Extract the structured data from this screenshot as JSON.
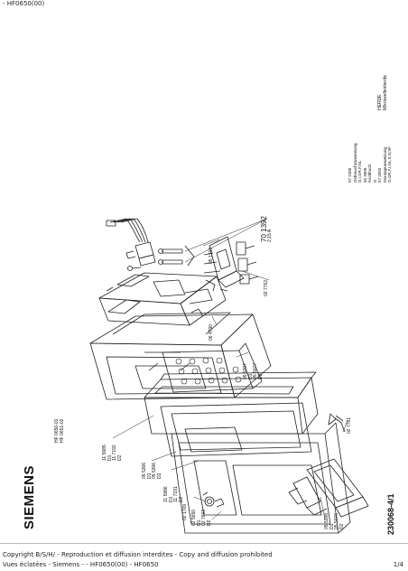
{
  "header": {
    "doc_ref": "- HF0650(00)"
  },
  "drawing": {
    "brand": "SIEMENS",
    "models": [
      "HF 0650-01",
      "HF 0651-02"
    ],
    "doc_number": "230068-4/1",
    "manufacturer_block": [
      "HERDE",
      "Mikrowellenherde"
    ],
    "docs_block": [
      "57 2485",
      "Gebrauchsanweisung",
      "D,I,GR,F,NL",
      "55 3000",
      "Kochbuch",
      "D",
      "57 2692",
      "Montageanweisung",
      "D,GR,F,I,NL,S,N,SF"
    ],
    "part_labels": [
      {
        "id": "p1",
        "lines": [
          "11 5985",
          "D1",
          "11 7192",
          "D2"
        ]
      },
      {
        "id": "p2",
        "lines": [
          "05 5306",
          "D1",
          "05 5306",
          "D2"
        ]
      },
      {
        "id": "p3",
        "lines": [
          "11 5986",
          "D1",
          "11 7191",
          "D2"
        ]
      },
      {
        "id": "p4",
        "lines": [
          "02 1709"
        ]
      },
      {
        "id": "p5",
        "lines": [
          "02 5650",
          "D1",
          "02 7603",
          "D2"
        ]
      },
      {
        "id": "p6",
        "lines": [
          "05 5308",
          "D1",
          "05 5076",
          "D2"
        ]
      },
      {
        "id": "p7",
        "lines": [
          "02 7761"
        ]
      },
      {
        "id": "p8",
        "lines": [
          "05 5307",
          "D1",
          "05 5077",
          "D2"
        ]
      },
      {
        "id": "p9",
        "lines": [
          "06 4790"
        ]
      },
      {
        "id": "p10",
        "lines": [
          "05 1316"
        ]
      },
      {
        "id": "p11",
        "lines": [
          "70 1392",
          "2,15 A"
        ]
      },
      {
        "id": "p12",
        "lines": [
          "02 7762"
        ]
      }
    ]
  },
  "footer": {
    "copyright": "Copyright B/S/H/ - Reproduction et diffusion interdites - Copy and diffusion prohibited",
    "source": "Vues éclatées - Siemens - - HF0650(00) - HF0650",
    "page": "1/4"
  }
}
